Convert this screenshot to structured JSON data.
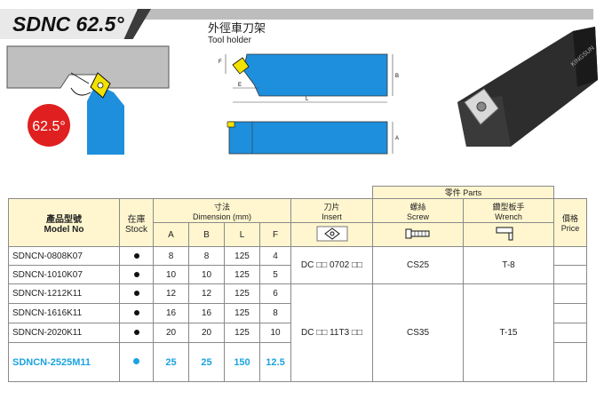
{
  "header": {
    "title": "SDNC 62.5°",
    "holder_cn": "外徑車刀架",
    "holder_en": "Tool holder"
  },
  "diagram": {
    "angle_label": "62.5°",
    "dim_labels": {
      "f": "F",
      "e": "E",
      "l": "L",
      "b": "B",
      "a": "A"
    },
    "brand_text": "KINGSUN"
  },
  "table": {
    "parts_header": "零件 Parts",
    "model_cn": "產品型號",
    "model_en": "Model No",
    "stock_cn": "在庫",
    "stock_en": "Stock",
    "dim_cn": "寸法",
    "dim_en": "Dimension (mm)",
    "dim_cols": [
      "A",
      "B",
      "L",
      "F"
    ],
    "insert_cn": "刀片",
    "insert_en": "Insert",
    "screw_cn": "螺絲",
    "screw_en": "Screw",
    "wrench_cn": "鑽型板手",
    "wrench_en": "Wrench",
    "price_cn": "價格",
    "price_en": "Price",
    "rows": [
      {
        "model": "SDNCN-0808K07",
        "a": "8",
        "b": "8",
        "l": "125",
        "f": "4"
      },
      {
        "model": "SDNCN-1010K07",
        "a": "10",
        "b": "10",
        "l": "125",
        "f": "5"
      },
      {
        "model": "SDNCN-1212K11",
        "a": "12",
        "b": "12",
        "l": "125",
        "f": "6"
      },
      {
        "model": "SDNCN-1616K11",
        "a": "16",
        "b": "16",
        "l": "125",
        "f": "8"
      },
      {
        "model": "SDNCN-2020K11",
        "a": "20",
        "b": "20",
        "l": "125",
        "f": "10"
      },
      {
        "model": "SDNCN-2525M11",
        "a": "25",
        "b": "25",
        "l": "150",
        "f": "12.5"
      }
    ],
    "group1": {
      "insert": "DC □□ 0702 □□",
      "screw": "CS25",
      "wrench": "T-8"
    },
    "group2": {
      "insert": "DC □□ 11T3 □□",
      "screw": "CS35",
      "wrench": "T-15"
    }
  },
  "colors": {
    "accent_blue": "#1ca3e0",
    "header_yellow": "#fff6cf",
    "red_badge": "#e02020"
  }
}
